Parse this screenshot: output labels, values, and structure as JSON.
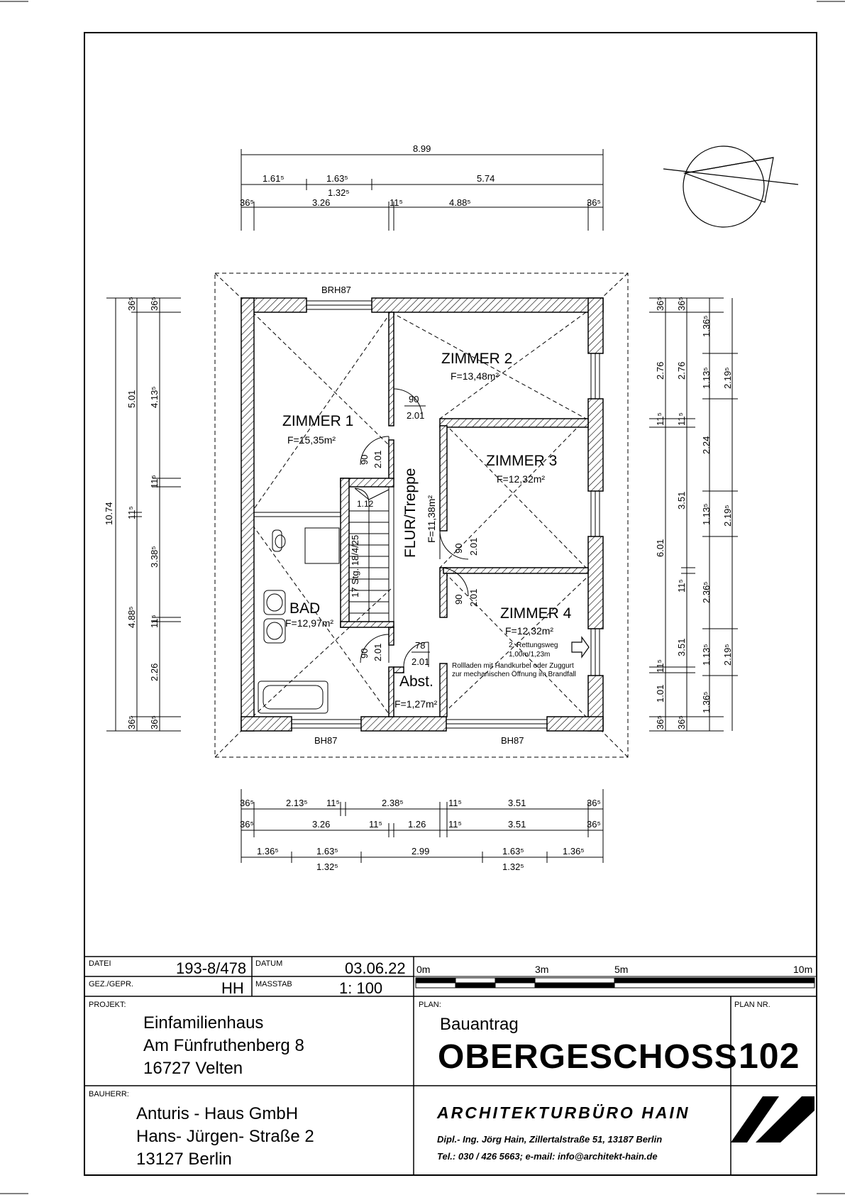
{
  "rooms": {
    "zimmer1": {
      "name": "ZIMMER 1",
      "area": "F=15,35m²"
    },
    "zimmer2": {
      "name": "ZIMMER 2",
      "area": "F=13,48m²"
    },
    "zimmer3": {
      "name": "ZIMMER 3",
      "area": "F=12,32m²"
    },
    "zimmer4": {
      "name": "ZIMMER 4",
      "area": "F=12,32m²"
    },
    "bad": {
      "name": "BAD",
      "area": "F=12,97m²"
    },
    "flur": {
      "name": "FLUR/Treppe",
      "area": "F=11,38m²"
    },
    "abst": {
      "name": "Abst.",
      "area": "F=1,27m²"
    }
  },
  "labels": {
    "brh_top": "BRH87",
    "bh_left": "BH87",
    "bh_right": "BH87",
    "stairs": "17 Stg. 18/4/25",
    "stair_width": "1.12",
    "rettungsweg": "2. Rettungsweg",
    "rettungsweg_size": "1,00m/1,23m",
    "rollladen_1": "Rollladen mit Handkurbel oder Zuggurt",
    "rollladen_2": "zur mechanischen Öffnung im Brandfall"
  },
  "doors": [
    {
      "w": "90",
      "h": "2.01"
    },
    {
      "w": "90",
      "h": "2.01"
    },
    {
      "w": "90",
      "h": "2.01"
    },
    {
      "w": "90",
      "h": "2.01"
    },
    {
      "w": "90",
      "h": "2.01"
    },
    {
      "w": "78",
      "h": "2.01"
    }
  ],
  "dims_top": {
    "overall": "8.99",
    "r2": [
      "1.61⁵",
      "1.63⁵",
      "5.74"
    ],
    "r2b": "1.32⁵",
    "r3": [
      "36⁵",
      "3.26",
      "11⁵",
      "4.88⁵",
      "36⁵"
    ]
  },
  "dims_bottom": {
    "r1": [
      "36⁵",
      "2.13⁵",
      "11⁵",
      "2.38⁵",
      "11⁵",
      "3.51",
      "36⁵"
    ],
    "r2": [
      "36⁵",
      "3.26",
      "11⁵",
      "1.26",
      "11⁵",
      "3.51",
      "36⁵"
    ],
    "r3": [
      "1.36⁵",
      "1.63⁵",
      "2.99",
      "1.63⁵",
      "1.36⁵"
    ],
    "r3b": [
      "1.32⁵",
      "1.32⁵"
    ]
  },
  "dims_left": {
    "overall": "10.74",
    "c2": [
      "5.01",
      "11⁵",
      "4.88⁵"
    ],
    "c3": [
      "36⁵",
      "4.13⁵",
      "11⁵",
      "3.38⁵",
      "11⁵",
      "2.26",
      "36⁵"
    ],
    "c1_top": "36⁵",
    "c1_bottom": "36⁵"
  },
  "dims_right": {
    "c1": [
      "36⁵",
      "2.76",
      "11⁵",
      "6.01",
      "11⁵",
      "1.01",
      "36⁵"
    ],
    "c2": [
      "36⁵",
      "2.76",
      "11⁵",
      "3.51",
      "11⁵",
      "3.51",
      "36⁵"
    ],
    "c3": [
      "1.36⁵",
      "1.13⁵",
      "2.24",
      "1.13⁵",
      "2.36⁵",
      "1.13⁵",
      "1.36⁵"
    ],
    "c4": [
      "2.19⁵",
      "2.19⁵",
      "2.19⁵"
    ]
  },
  "titleblock": {
    "datei_label": "DATEI",
    "datei": "193-8/478",
    "datum_label": "DATUM",
    "datum": "03.06.22",
    "gez_label": "GEZ./GEPR.",
    "gez": "HH",
    "masstab_label": "MASSTAB",
    "masstab": "1: 100",
    "scale_ticks": [
      "0m",
      "3m",
      "5m",
      "10m"
    ],
    "projekt_label": "PROJEKT:",
    "projekt": [
      "Einfamilienhaus",
      "Am Fünfruthenberg 8",
      "16727 Velten"
    ],
    "plan_label": "PLAN:",
    "plan_sub": "Bauantrag",
    "plan_title": "OBERGESCHOSS",
    "plannr_label": "PLAN NR.",
    "plannr": "102",
    "bauherr_label": "BAUHERR:",
    "bauherr": [
      "Anturis - Haus GmbH",
      "Hans- Jürgen- Straße 2",
      "13127 Berlin"
    ],
    "office": "ARCHITEKTURBÜRO  HAIN",
    "office_line1": "Dipl.- Ing.  Jörg Hain, Zillertalstraße 51, 13187 Berlin",
    "office_line2": "Tel.: 030 / 426 5663;  e-mail: info@architekt-hain.de"
  }
}
